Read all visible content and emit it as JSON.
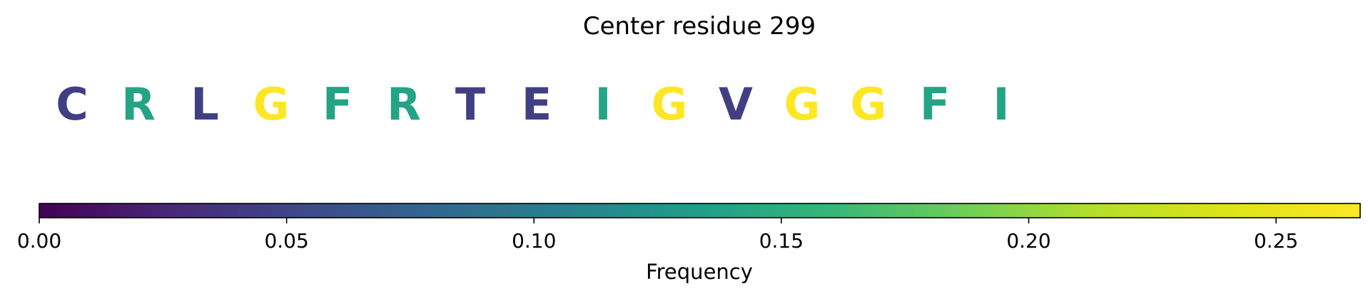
{
  "chart_data": {
    "type": "heatmap",
    "title": "Center residue 299",
    "sequence": [
      "C",
      "R",
      "L",
      "G",
      "F",
      "R",
      "T",
      "E",
      "I",
      "G",
      "V",
      "G",
      "G",
      "F",
      "I"
    ],
    "values": [
      0.045,
      0.14,
      0.045,
      0.267,
      0.14,
      0.14,
      0.045,
      0.045,
      0.14,
      0.267,
      0.045,
      0.267,
      0.267,
      0.14,
      0.14
    ],
    "colorbar": {
      "label": "Frequency",
      "range": [
        0,
        0.267
      ],
      "ticks": [
        0.0,
        0.05,
        0.1,
        0.15,
        0.2,
        0.25
      ],
      "tick_labels": [
        "0.00",
        "0.05",
        "0.10",
        "0.15",
        "0.20",
        "0.25"
      ],
      "colormap": "viridis"
    }
  }
}
